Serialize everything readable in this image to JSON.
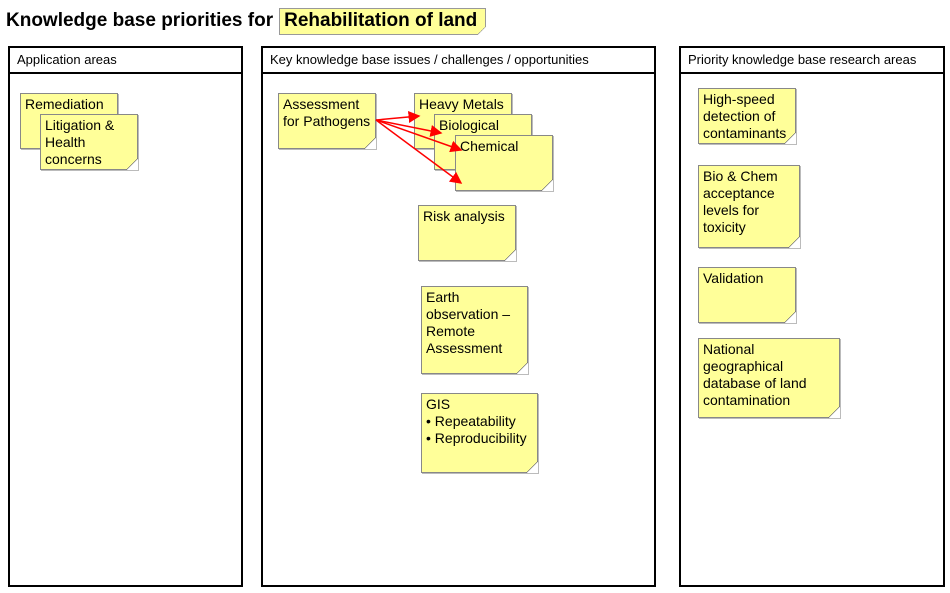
{
  "title": {
    "prefix": "Knowledge base priorities for",
    "highlight": "Rehabilitation of land"
  },
  "panels": {
    "application": {
      "header": "Application areas",
      "notes": [
        "Remediation",
        "Litigation &\nHealth\nconcerns"
      ]
    },
    "issues": {
      "header": "Key knowledge base issues / challenges / opportunities",
      "notes": [
        "Assessment\nfor Pathogens",
        "Heavy Metals",
        "Biological",
        "Chemical",
        "Risk analysis",
        "Earth\nobservation –\nRemote\nAssessment",
        "GIS\n• Repeatability\n• Reproducibility"
      ]
    },
    "research": {
      "header": "Priority knowledge base research areas",
      "notes": [
        "High-speed\ndetection of\ncontaminants",
        "Bio & Chem\nacceptance\nlevels for\ntoxicity",
        "Validation",
        "National\ngeographical\ndatabase of land\ncontamination"
      ]
    }
  },
  "colors": {
    "note_fill": "#ffff99",
    "arrow": "#ff0000",
    "panel_border": "#000000"
  }
}
